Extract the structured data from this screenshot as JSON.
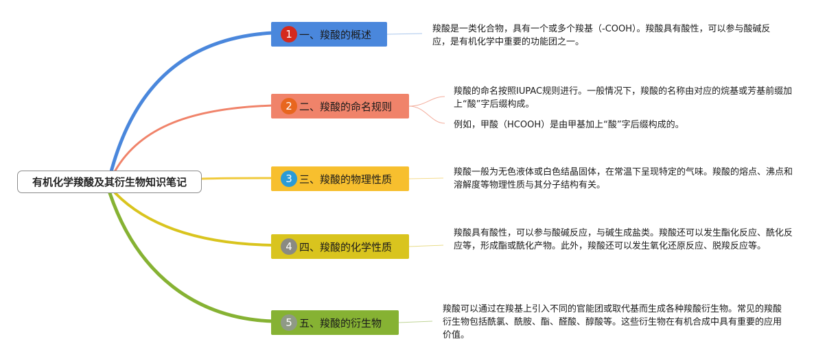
{
  "root": {
    "label": "有机化学羧酸及其衍生物知识笔记"
  },
  "branches": [
    {
      "number": "1",
      "label": "一、羧酸的概述",
      "color": "#4a87dc",
      "badge_color": "#d42a1e",
      "notes": [
        "羧酸是一类化合物，具有一个或多个羧基（-COOH）。羧酸具有酸性，可以参与酸碱反应，是有机化学中重要的功能团之一。"
      ]
    },
    {
      "number": "2",
      "label": "二、羧酸的命名规则",
      "color": "#f0836a",
      "badge_color": "#e8661e",
      "notes": [
        "羧酸的命名按照IUPAC规则进行。一般情况下，羧酸的名称由对应的烷基或芳基前缀加上“酸”字后缀构成。",
        "例如，甲酸（HCOOH）是由甲基加上“酸”字后缀构成的。"
      ]
    },
    {
      "number": "3",
      "label": "三、羧酸的物理性质",
      "color": "#f7bf2e",
      "badge_color": "#2b9bd6",
      "notes": [
        "羧酸一般为无色液体或白色结晶固体，在常温下呈现特定的气味。羧酸的熔点、沸点和溶解度等物理性质与其分子结构有关。"
      ]
    },
    {
      "number": "4",
      "label": "四、羧酸的化学性质",
      "color": "#d9c41e",
      "badge_color": "#8a8a82",
      "notes": [
        "羧酸具有酸性，可以参与酸碱反应，与碱生成盐类。羧酸还可以发生酯化反应、酰化反应等，形成酯或酰化产物。此外，羧酸还可以发生氧化还原反应、脱羧反应等。"
      ]
    },
    {
      "number": "5",
      "label": "五、羧酸的衍生物",
      "color": "#86b233",
      "badge_color": "#8f9a86",
      "notes": [
        "羧酸可以通过在羧基上引入不同的官能团或取代基而生成各种羧酸衍生物。常见的羧酸衍生物包括酰氯、酰胺、酯、醛酸、醇酸等。这些衍生物在有机合成中具有重要的应用价值。"
      ]
    }
  ]
}
